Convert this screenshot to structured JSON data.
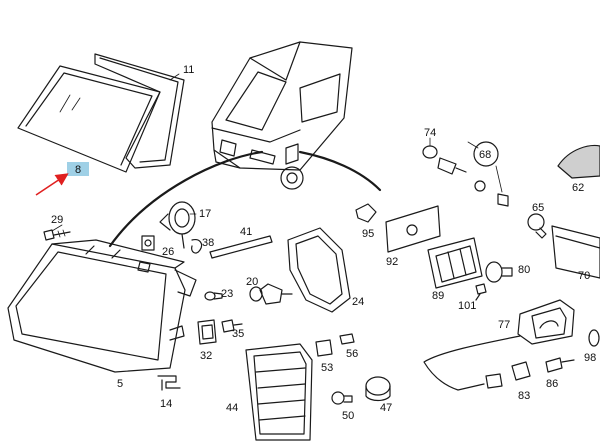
{
  "diagram": {
    "colors": {
      "line": "#1a1a1a",
      "highlight": "#9fd0e6",
      "arrow": "#e02020",
      "lamp": "#cfcfcf"
    },
    "part_numbers": {
      "windshield": "8",
      "windshield_seal": "11",
      "headlamp_assembly": "5",
      "horn": "17",
      "screw_29": "29",
      "holder_26": "26",
      "connector_38": "38",
      "rod": "41",
      "headlamp_frame": "24",
      "bulb_20": "20",
      "bulb_23": "23",
      "relay_32": "32",
      "connector_35": "35",
      "clip_14": "14",
      "tail_lamp": "44",
      "socket_53": "53",
      "connector_56": "56",
      "bulb_50": "50",
      "socket_47": "47",
      "bracket_95": "95",
      "plate_92": "92",
      "bulb_holder_74": "74",
      "bulb_set_68": "68",
      "side_marker": "62",
      "bulb_65": "65",
      "lamp_70": "70",
      "rear_lamp_89": "89",
      "bulb_80": "80",
      "screw_101": "101",
      "marker_lamp_77": "77",
      "bolt_98": "98",
      "connector_83": "83",
      "connector_86": "86"
    }
  }
}
